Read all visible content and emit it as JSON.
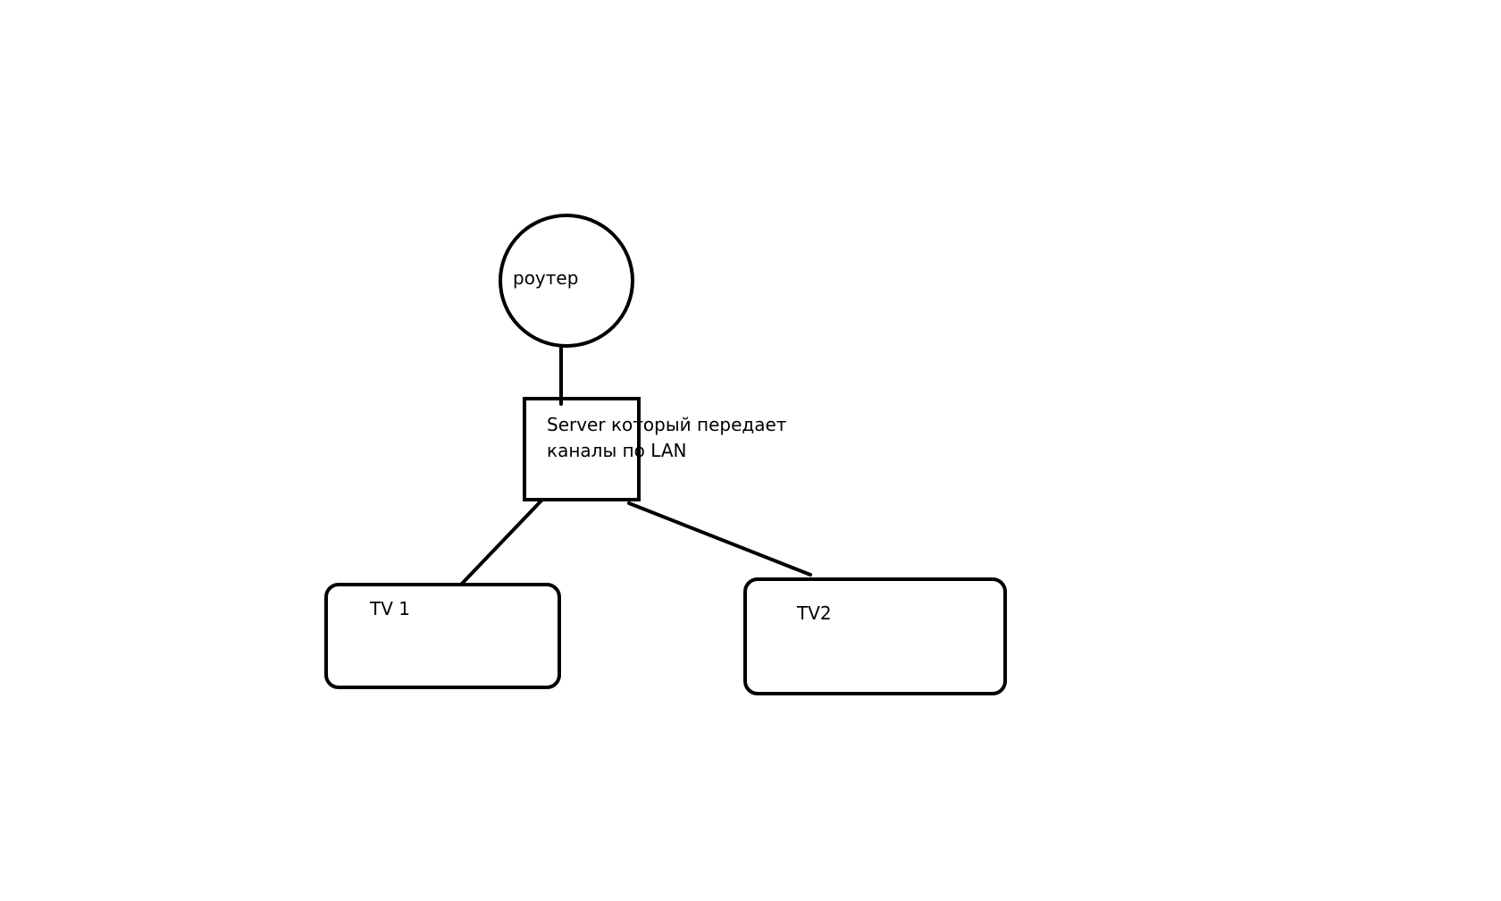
{
  "nodes": {
    "router": {
      "label": "роутер"
    },
    "server": {
      "label_line1": "Server который передает",
      "label_line2": "каналы по LAN"
    },
    "tv1": {
      "label": "TV 1"
    },
    "tv2": {
      "label": "TV2"
    }
  },
  "edges": [
    {
      "from": "router",
      "to": "server"
    },
    {
      "from": "server",
      "to": "tv1"
    },
    {
      "from": "server",
      "to": "tv2"
    }
  ],
  "colors": {
    "stroke": "#000000",
    "background": "#ffffff",
    "text": "#000000"
  }
}
